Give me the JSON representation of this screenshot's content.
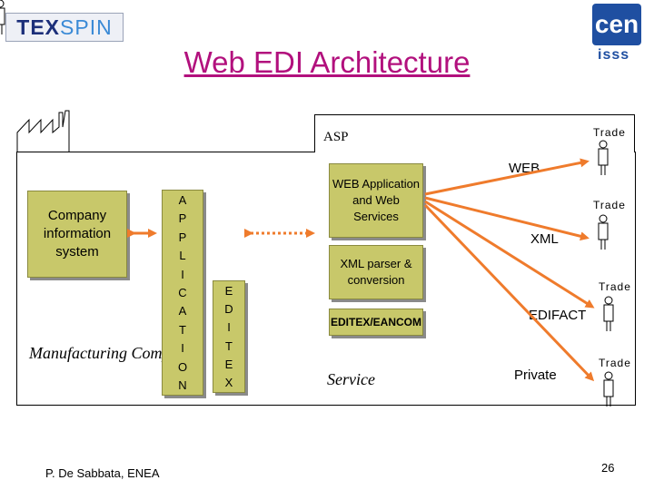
{
  "header": {
    "logo_left_part1": "TEX",
    "logo_left_part2": "SPIN",
    "logo_right_main": "cen",
    "logo_right_sub": "isss",
    "title": "Web EDI Architecture"
  },
  "diagram": {
    "asp_label": "ASP",
    "company_box": "Company information system",
    "manufacturing_label": "Manufacturing Company",
    "application_letters": [
      "A",
      "P",
      "P",
      "L",
      "I",
      "C",
      "A",
      "T",
      "I",
      "O",
      "N"
    ],
    "editex_letters": [
      "E",
      "D",
      "I",
      "T",
      "E",
      "X"
    ],
    "service_blocks": [
      "WEB Application and Web Services",
      "XML parser & conversion",
      "EDITEX/EANCOM"
    ],
    "service_label": "Service",
    "channels": [
      "WEB",
      "XML",
      "EDIFACT",
      "Private"
    ],
    "trade_label": "Trade"
  },
  "footer": {
    "author": "P. De Sabbata, ENEA",
    "page_number": "26"
  },
  "colors": {
    "title": "#b2107d",
    "arrow": "#ef7b2c",
    "olive_box": "#c8c86a"
  }
}
